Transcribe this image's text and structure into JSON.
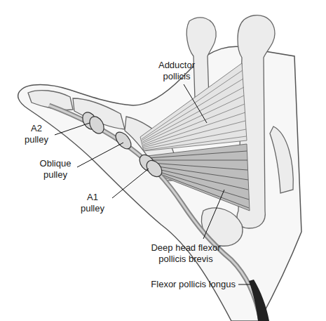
{
  "diagram": {
    "labels": [
      "Adductor pollicis",
      "A2 pulley",
      "Oblique pulley",
      "A1 pulley",
      "Deep head flexor pollicis brevis",
      "Flexor pollicis longus"
    ]
  }
}
